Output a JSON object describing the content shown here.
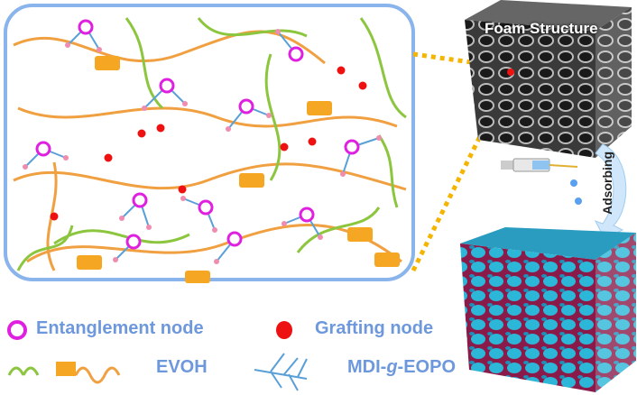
{
  "cube_top": {
    "title": "Foam Structure"
  },
  "process": {
    "label": "Adsorbing"
  },
  "legend": {
    "entanglement": "Entanglement node",
    "grafting": "Grafting node",
    "evoh": "EVOH",
    "mdi_prefix": "MDI-",
    "mdi_g": "g",
    "mdi_suffix": "-EOPO"
  },
  "colors": {
    "entanglement": "#e020e0",
    "grafting": "#ee1111",
    "evoh_orange": "#f0a040",
    "evoh_green": "#8cc63f",
    "spring": "#f5a623",
    "branch": "#5aa0d8",
    "branch_end": "#f08cb0",
    "frame": "#8ab4ec",
    "text": "#6d98dc"
  }
}
